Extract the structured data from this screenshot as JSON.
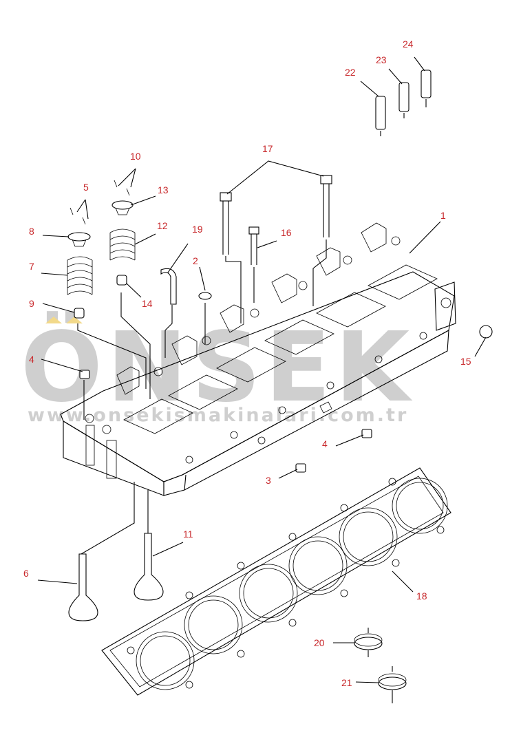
{
  "watermark": {
    "logo_text": "ÖNSEK",
    "url_text": "www.onsekismakinalari.com.tr",
    "color": "#cfcfcf",
    "accent_color": "#f2d98a"
  },
  "label_color": "#c8282b",
  "callouts": [
    {
      "id": "c1",
      "text": "1"
    },
    {
      "id": "c2",
      "text": "2"
    },
    {
      "id": "c3",
      "text": "3"
    },
    {
      "id": "c4a",
      "text": "4"
    },
    {
      "id": "c4b",
      "text": "4"
    },
    {
      "id": "c5",
      "text": "5"
    },
    {
      "id": "c6",
      "text": "6"
    },
    {
      "id": "c7",
      "text": "7"
    },
    {
      "id": "c8",
      "text": "8"
    },
    {
      "id": "c9",
      "text": "9"
    },
    {
      "id": "c10",
      "text": "10"
    },
    {
      "id": "c11",
      "text": "11"
    },
    {
      "id": "c12",
      "text": "12"
    },
    {
      "id": "c13",
      "text": "13"
    },
    {
      "id": "c14",
      "text": "14"
    },
    {
      "id": "c15",
      "text": "15"
    },
    {
      "id": "c16",
      "text": "16"
    },
    {
      "id": "c17",
      "text": "17"
    },
    {
      "id": "c18",
      "text": "18"
    },
    {
      "id": "c19",
      "text": "19"
    },
    {
      "id": "c20",
      "text": "20"
    },
    {
      "id": "c21",
      "text": "21"
    },
    {
      "id": "c22",
      "text": "22"
    },
    {
      "id": "c23",
      "text": "23"
    },
    {
      "id": "c24",
      "text": "24"
    }
  ]
}
